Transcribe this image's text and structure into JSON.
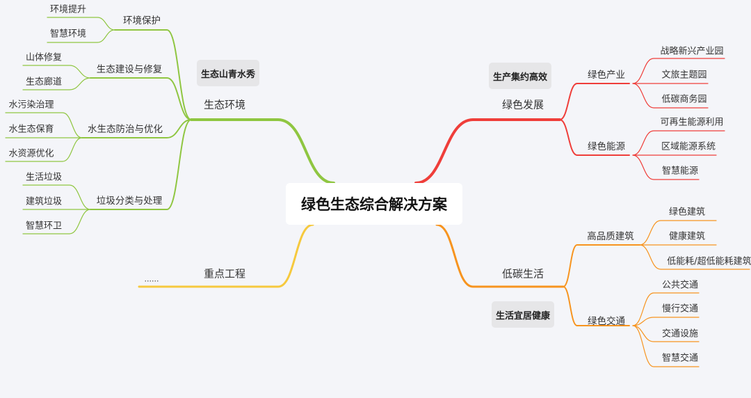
{
  "title": "绿色生态综合解决方案",
  "colors": {
    "eco": "#8fc641",
    "key": "#f6c93e",
    "dev": "#ef3e3a",
    "life": "#f7941f"
  },
  "tags": {
    "eco": "生态山青水秀",
    "dev": "生产集约高效",
    "life": "生活宜居健康"
  },
  "eco": {
    "label": "生态环境",
    "children": [
      {
        "label": "环境保护",
        "leaves": [
          "环境提升",
          "智慧环境"
        ]
      },
      {
        "label": "生态建设与修复",
        "leaves": [
          "山体修复",
          "生态廊道"
        ]
      },
      {
        "label": "水生态防治与优化",
        "leaves": [
          "水污染治理",
          "水生态保育",
          "水资源优化"
        ]
      },
      {
        "label": "垃圾分类与处理",
        "leaves": [
          "生活垃圾",
          "建筑垃圾",
          "智慧环卫"
        ]
      }
    ]
  },
  "key": {
    "label": "重点工程",
    "leaf": "......"
  },
  "dev": {
    "label": "绿色发展",
    "children": [
      {
        "label": "绿色产业",
        "leaves": [
          "战略新兴产业园",
          "文旅主题园",
          "低碳商务园"
        ]
      },
      {
        "label": "绿色能源",
        "leaves": [
          "可再生能源利用",
          "区域能源系统",
          "智慧能源"
        ]
      }
    ]
  },
  "life": {
    "label": "低碳生活",
    "children": [
      {
        "label": "高品质建筑",
        "leaves": [
          "绿色建筑",
          "健康建筑",
          "低能耗/超低能耗建筑"
        ]
      },
      {
        "label": "绿色交通",
        "leaves": [
          "公共交通",
          "慢行交通",
          "交通设施",
          "智慧交通"
        ]
      }
    ]
  }
}
